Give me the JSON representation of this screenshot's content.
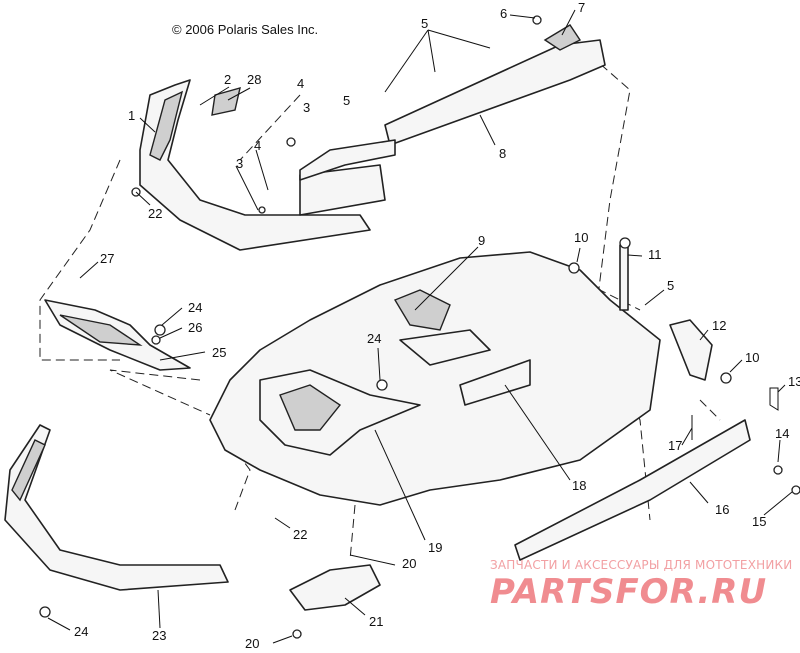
{
  "copyright": "© 2006 Polaris Sales Inc.",
  "watermark": {
    "line1": "ЗАПЧАСТИ И АКСЕССУАРЫ ДЛЯ МОТОТЕХНИКИ",
    "line2": "PARTSFOR.RU"
  },
  "callouts": [
    "1",
    "2",
    "28",
    "4",
    "3",
    "5",
    "6",
    "7",
    "5",
    "8",
    "3",
    "4",
    "22",
    "9",
    "10",
    "11",
    "5",
    "12",
    "10",
    "13",
    "14",
    "17",
    "27",
    "24",
    "26",
    "25",
    "24",
    "16",
    "15",
    "18",
    "19",
    "22",
    "20",
    "21",
    "20",
    "24",
    "23"
  ]
}
